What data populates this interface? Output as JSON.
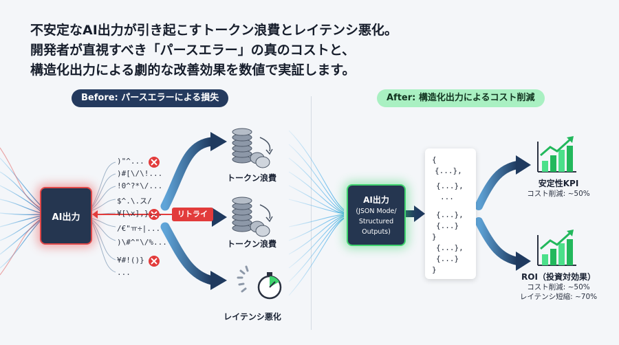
{
  "headline": [
    "不安定なAI出力が引き起こすトークン浪費とレイテンシ悪化。",
    "開発者が直視すべき「パースエラー」の真のコストと、",
    "構造化出力による劇的な改善効果を数値で実証します。"
  ],
  "before": {
    "title": "Before: パースエラーによる損失",
    "source_label": "AI出力",
    "garbled_outputs": [
      ")\"^...",
      ")#[\\/\\!...",
      "!0^?*\\/...",
      "$^.\\.ス/",
      "¥[\\x],}...",
      "/€\"ㅠ÷|...",
      ")\\#^\"\\/%...",
      "¥#!()}",
      "..."
    ],
    "retry_label": "リトライ",
    "results": [
      {
        "label": "トークン浪費",
        "icon": "coin-stack-icon"
      },
      {
        "label": "トークン浪費",
        "icon": "coin-stack-icon"
      },
      {
        "label": "レイテンシ悪化",
        "icon": "stopwatch-icon"
      }
    ],
    "error_color": "#e23b3b"
  },
  "after": {
    "title": "After: 構造化出力によるコスト削減",
    "source_label": "AI出力",
    "source_detail": [
      "(JSON Mode/",
      "Structured",
      "Outputs)"
    ],
    "json_lines": [
      "{",
      "{...},",
      "{...},",
      "...",
      "{...},",
      "{...}",
      "}",
      "{...},",
      "{...}",
      "}"
    ],
    "kpis": [
      {
        "title": "安定性KPI",
        "lines": [
          "コスト削減: ~50%"
        ],
        "icon": "bar-chart-up-icon"
      },
      {
        "title": "ROI（投資対効果）",
        "lines": [
          "コスト削減: ~50%",
          "レイテンシ短縮: ~70%"
        ],
        "icon": "bar-chart-up-icon"
      }
    ],
    "success_color": "#3fd46e"
  }
}
